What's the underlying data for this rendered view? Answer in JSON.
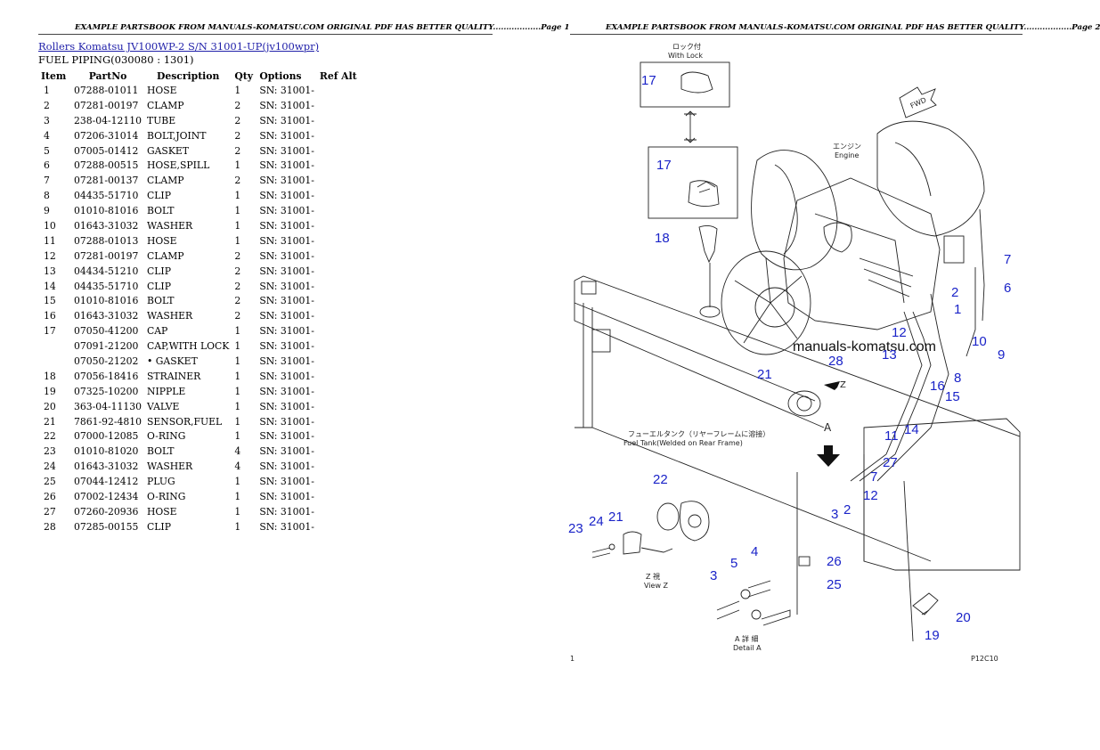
{
  "headers": {
    "page1": "EXAMPLE PARTSBOOK FROM MANUALS-KOMATSU.COM ORIGINAL PDF HAS BETTER QUALITY..................Page 1",
    "page2": "EXAMPLE PARTSBOOK FROM MANUALS-KOMATSU.COM ORIGINAL PDF HAS BETTER QUALITY..................Page 2"
  },
  "title_link": "Rollers Komatsu JV100WP-2 S/N 31001-UP(jv100wpr)",
  "subtitle": "FUEL PIPING(030080 : 1301)",
  "table": {
    "columns": [
      "Item",
      "PartNo",
      "Description",
      "Qty",
      "Options",
      "Ref Alt"
    ],
    "rows": [
      [
        "1",
        "07288-01011",
        "HOSE",
        "1",
        "SN: 31001-"
      ],
      [
        "2",
        "07281-00197",
        "CLAMP",
        "2",
        "SN: 31001-"
      ],
      [
        "3",
        "238-04-12110",
        "TUBE",
        "2",
        "SN: 31001-"
      ],
      [
        "4",
        "07206-31014",
        "BOLT,JOINT",
        "2",
        "SN: 31001-"
      ],
      [
        "5",
        "07005-01412",
        "GASKET",
        "2",
        "SN: 31001-"
      ],
      [
        "6",
        "07288-00515",
        "HOSE,SPILL",
        "1",
        "SN: 31001-"
      ],
      [
        "7",
        "07281-00137",
        "CLAMP",
        "2",
        "SN: 31001-"
      ],
      [
        "8",
        "04435-51710",
        "CLIP",
        "1",
        "SN: 31001-"
      ],
      [
        "9",
        "01010-81016",
        "BOLT",
        "1",
        "SN: 31001-"
      ],
      [
        "10",
        "01643-31032",
        "WASHER",
        "1",
        "SN: 31001-"
      ],
      [
        "11",
        "07288-01013",
        "HOSE",
        "1",
        "SN: 31001-"
      ],
      [
        "12",
        "07281-00197",
        "CLAMP",
        "2",
        "SN: 31001-"
      ],
      [
        "13",
        "04434-51210",
        "CLIP",
        "2",
        "SN: 31001-"
      ],
      [
        "14",
        "04435-51710",
        "CLIP",
        "2",
        "SN: 31001-"
      ],
      [
        "15",
        "01010-81016",
        "BOLT",
        "2",
        "SN: 31001-"
      ],
      [
        "16",
        "01643-31032",
        "WASHER",
        "2",
        "SN: 31001-"
      ],
      [
        "17",
        "07050-41200",
        "CAP",
        "1",
        "SN: 31001-"
      ],
      [
        "",
        "07091-21200",
        "CAP,WITH LOCK",
        "1",
        "SN: 31001-"
      ],
      [
        "",
        "07050-21202",
        "• GASKET",
        "1",
        "SN: 31001-"
      ],
      [
        "18",
        "07056-18416",
        "STRAINER",
        "1",
        "SN: 31001-"
      ],
      [
        "19",
        "07325-10200",
        "NIPPLE",
        "1",
        "SN: 31001-"
      ],
      [
        "20",
        "363-04-11130",
        "VALVE",
        "1",
        "SN: 31001-"
      ],
      [
        "21",
        "7861-92-4810",
        "SENSOR,FUEL",
        "1",
        "SN: 31001-"
      ],
      [
        "22",
        "07000-12085",
        "O-RING",
        "1",
        "SN: 31001-"
      ],
      [
        "23",
        "01010-81020",
        "BOLT",
        "4",
        "SN: 31001-"
      ],
      [
        "24",
        "01643-31032",
        "WASHER",
        "4",
        "SN: 31001-"
      ],
      [
        "25",
        "07044-12412",
        "PLUG",
        "1",
        "SN: 31001-"
      ],
      [
        "26",
        "07002-12434",
        "O-RING",
        "1",
        "SN: 31001-"
      ],
      [
        "27",
        "07260-20936",
        "HOSE",
        "1",
        "SN: 31001-"
      ],
      [
        "28",
        "07285-00155",
        "CLIP",
        "1",
        "SN: 31001-"
      ]
    ]
  },
  "diagram": {
    "watermark": "manuals-komatsu.com",
    "with_lock_label": "With Lock",
    "with_lock_jp": "ロック付",
    "engine_label": "Engine",
    "engine_jp": "エンジン",
    "fuel_tank_jp": "フューエルタンク（リヤーフレームに溶接）",
    "fuel_tank_label": "Fuel Tank(Welded on Rear Frame)",
    "view_z_jp": "Z 視",
    "view_z": "View Z",
    "detail_a_jp": "A 詳 細",
    "detail_a": "Detail A",
    "fwd_label": "FWD",
    "arrow_a": "A",
    "arrow_z": "Z",
    "page_num": "1",
    "fig_code": "P12C10",
    "callouts": [
      "17",
      "17",
      "18",
      "7",
      "6",
      "2",
      "1",
      "12",
      "10",
      "9",
      "8",
      "13",
      "28",
      "21",
      "16",
      "15",
      "14",
      "11",
      "27",
      "7",
      "12",
      "2",
      "3",
      "22",
      "21",
      "24",
      "23",
      "5",
      "4",
      "3",
      "26",
      "25",
      "20",
      "19"
    ]
  }
}
